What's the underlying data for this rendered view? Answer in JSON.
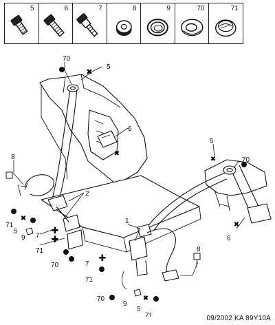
{
  "parts_legend": [
    {
      "number": "5",
      "icon": "bolt-hex-icon"
    },
    {
      "number": "6",
      "icon": "bolt-hex-long-icon"
    },
    {
      "number": "7",
      "icon": "bolt-shoulder-icon"
    },
    {
      "number": "8",
      "icon": "spacer-icon"
    },
    {
      "number": "9",
      "icon": "washer-icon"
    },
    {
      "number": "70",
      "icon": "cover-ring-icon"
    },
    {
      "number": "71",
      "icon": "cap-cover-icon"
    }
  ],
  "callouts": {
    "c70_top": "70",
    "c5_top": "5",
    "c6_mid": "6",
    "c8_left": "8",
    "c2": "2",
    "c71_l1": "71",
    "c5_l1": "5",
    "c9_l1": "9",
    "c7_l1": "7",
    "c71_l2": "71",
    "c70_l2": "70",
    "c5_right": "5",
    "c70_right": "70",
    "c6_right": "6",
    "c1": "1",
    "c8_right": "8",
    "c7_mid": "7",
    "c71_mid": "71",
    "c70_bot": "70",
    "c9_bot": "9",
    "c5_bot": "5",
    "c71_bot": "71"
  },
  "footer_code": "09/2002  KA 89Y10A"
}
